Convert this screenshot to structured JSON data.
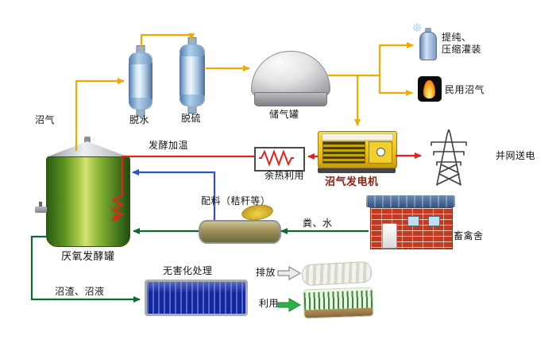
{
  "diagram": {
    "background": "#ffffff",
    "labels": {
      "biogas": "沼气",
      "dewater": "脱水",
      "desulfur": "脱硫",
      "gas_tank": "储气罐",
      "purify": "提纯、\n压缩灌装",
      "civil_gas": "民用沼气",
      "generator": "沼气发电机",
      "grid": "并网送电",
      "ferment_heat": "发酵加温",
      "waste_heat": "余热利用",
      "digester": "厌氧发酵罐",
      "ingredients": "配料（秸秆等）",
      "manure_water": "粪、水",
      "livestock": "畜禽舍",
      "harmless": "无害化处理",
      "residue": "沼渣、沼液",
      "discharge": "排放",
      "use": "利用"
    },
    "icons": {
      "sparkle": "❊"
    },
    "colors": {
      "gas_line": "#f6a800",
      "heat_line": "#e8211d",
      "feed_line": "#2b52c8",
      "material_line": "#0f6a30",
      "use_green": "#2fae4a",
      "generator_yellow": "#f2c51d",
      "digester_green": "#5d9422",
      "treatment_blue": "#16279a",
      "brick_red": "#c23a1f",
      "flame_orange": "#ff7a00"
    }
  }
}
